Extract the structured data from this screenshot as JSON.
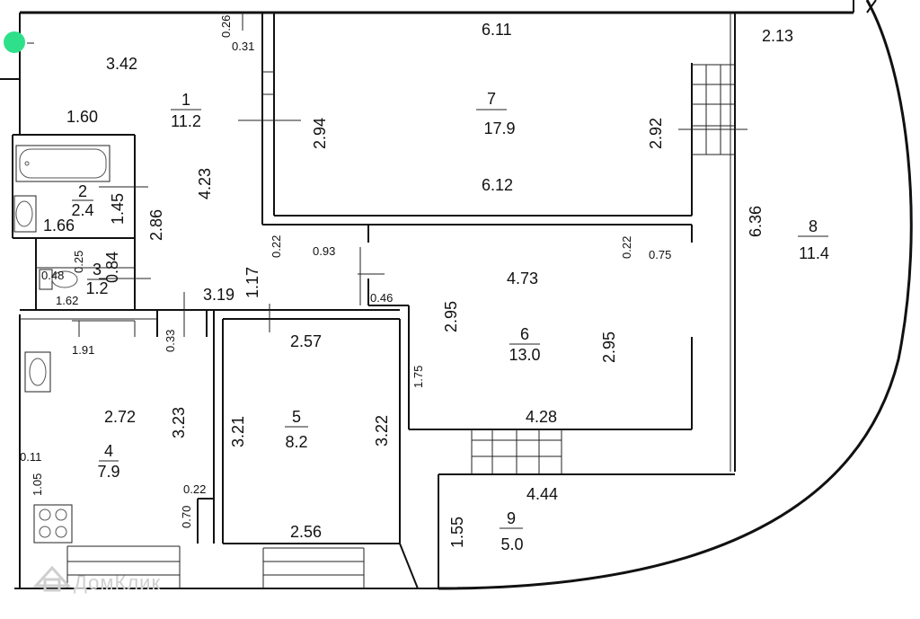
{
  "rooms": [
    {
      "number": "1",
      "area": "11.2"
    },
    {
      "number": "2",
      "area": "2.4"
    },
    {
      "number": "3",
      "area": "1.2"
    },
    {
      "number": "4",
      "area": "7.9"
    },
    {
      "number": "5",
      "area": "8.2"
    },
    {
      "number": "6",
      "area": "13.0"
    },
    {
      "number": "7",
      "area": "17.9"
    },
    {
      "number": "8",
      "area": "11.4"
    },
    {
      "number": "9",
      "area": "5.0"
    }
  ],
  "dimensions": [
    "0.26",
    "0.31",
    "3.42",
    "1.60",
    "4.23",
    "6.11",
    "2.94",
    "2.92",
    "6.12",
    "2.13",
    "6.36",
    "1.45",
    "1.66",
    "2.86",
    "0.22",
    "0.93",
    "0.22",
    "0.75",
    "0.25",
    "0.84",
    "0.48",
    "1.62",
    "1.17",
    "3.19",
    "0.46",
    "4.73",
    "2.95",
    "2.95",
    "1.91",
    "0.33",
    "2.57",
    "1.75",
    "2.72",
    "3.23",
    "3.21",
    "3.22",
    "4.28",
    "0.11",
    "1.05",
    "0.22",
    "0.70",
    "4.44",
    "1.55",
    "2.56"
  ],
  "watermark": "ДомКлик",
  "colors": {
    "marker": "#2ee08a",
    "walls": "#111111",
    "watermark": "#cfcfcf"
  }
}
